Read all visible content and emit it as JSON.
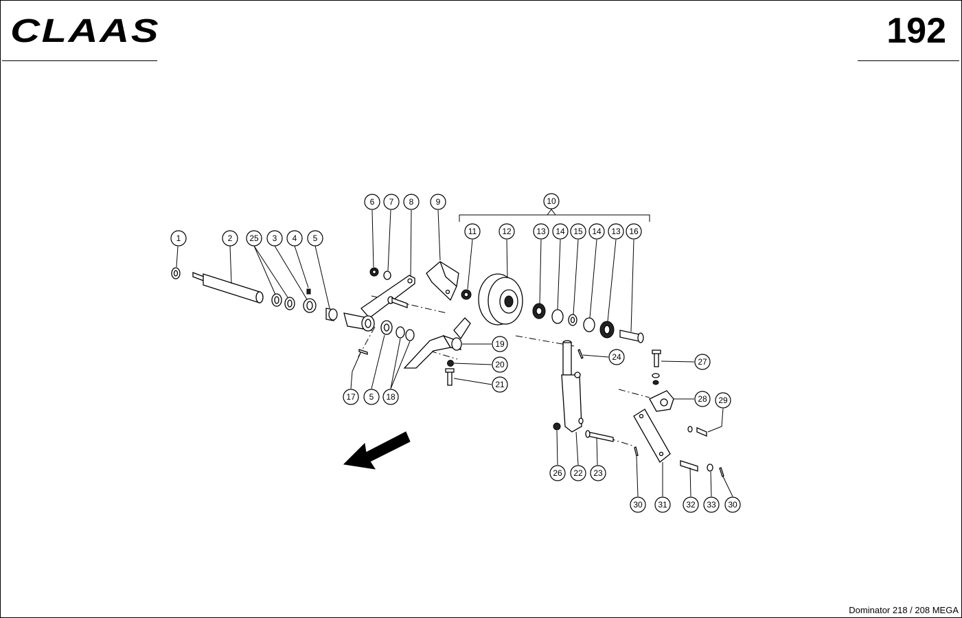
{
  "header": {
    "brand_logo": "CLAAS",
    "page_number": "192"
  },
  "footer": {
    "model": "Dominator 218 / 208 MEGA"
  },
  "diagram": {
    "callouts": [
      {
        "id": "c1",
        "label": "1"
      },
      {
        "id": "c2",
        "label": "2"
      },
      {
        "id": "c25",
        "label": "25"
      },
      {
        "id": "c3",
        "label": "3"
      },
      {
        "id": "c4",
        "label": "4"
      },
      {
        "id": "c5a",
        "label": "5"
      },
      {
        "id": "c6",
        "label": "6"
      },
      {
        "id": "c7",
        "label": "7"
      },
      {
        "id": "c8",
        "label": "8"
      },
      {
        "id": "c9",
        "label": "9"
      },
      {
        "id": "c10",
        "label": "10"
      },
      {
        "id": "c11",
        "label": "11"
      },
      {
        "id": "c12",
        "label": "12"
      },
      {
        "id": "c13a",
        "label": "13"
      },
      {
        "id": "c14a",
        "label": "14"
      },
      {
        "id": "c15",
        "label": "15"
      },
      {
        "id": "c14b",
        "label": "14"
      },
      {
        "id": "c13b",
        "label": "13"
      },
      {
        "id": "c16",
        "label": "16"
      },
      {
        "id": "c19",
        "label": "19"
      },
      {
        "id": "c20",
        "label": "20"
      },
      {
        "id": "c21",
        "label": "21"
      },
      {
        "id": "c24",
        "label": "24"
      },
      {
        "id": "c27",
        "label": "27"
      },
      {
        "id": "c28",
        "label": "28"
      },
      {
        "id": "c29",
        "label": "29"
      },
      {
        "id": "c17",
        "label": "17"
      },
      {
        "id": "c5b",
        "label": "5"
      },
      {
        "id": "c18",
        "label": "18"
      },
      {
        "id": "c26",
        "label": "26"
      },
      {
        "id": "c22",
        "label": "22"
      },
      {
        "id": "c23",
        "label": "23"
      },
      {
        "id": "c30a",
        "label": "30"
      },
      {
        "id": "c31",
        "label": "31"
      },
      {
        "id": "c32",
        "label": "32"
      },
      {
        "id": "c33",
        "label": "33"
      },
      {
        "id": "c30b",
        "label": "30"
      }
    ]
  }
}
